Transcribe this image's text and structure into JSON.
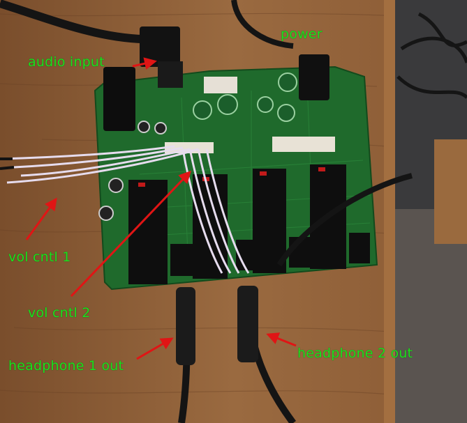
{
  "labels": {
    "audio_input": "audio input",
    "power": "power",
    "vol_cntl_1": "vol cntl 1",
    "vol_cntl_2": "vol cntl 2",
    "headphone_1_out": "headphone 1 out",
    "headphone_2_out": "headphone 2 out"
  },
  "colors": {
    "label_text": "#1ee01e",
    "arrow": "#e01515",
    "pcb": "#1f6a2c",
    "wood": "#8a5f38"
  }
}
